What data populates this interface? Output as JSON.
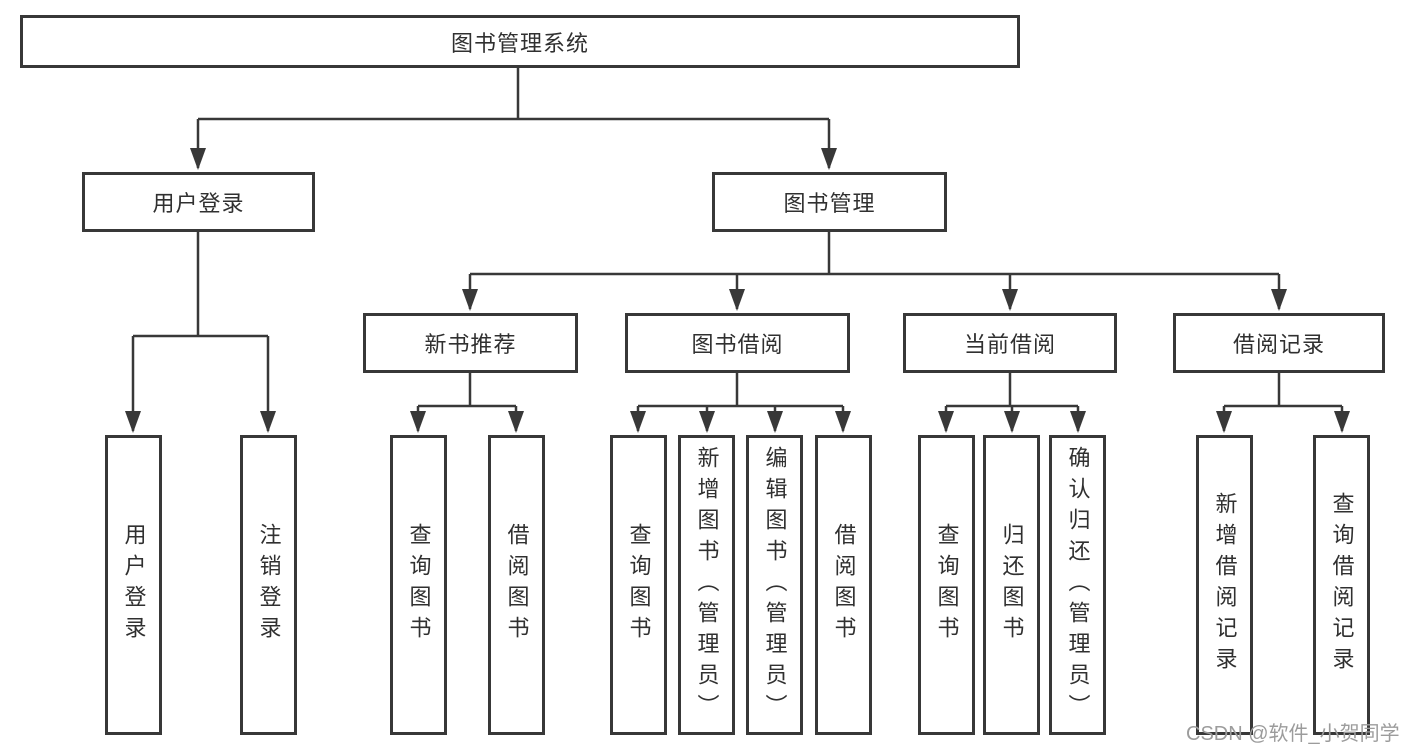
{
  "diagram_type": "tree",
  "tree": {
    "root": {
      "label": "图书管理系统",
      "children": [
        {
          "label": "用户登录",
          "children": [
            {
              "label": "用户登录"
            },
            {
              "label": "注销登录"
            }
          ]
        },
        {
          "label": "图书管理",
          "children": [
            {
              "label": "新书推荐",
              "children": [
                {
                  "label": "查询图书"
                },
                {
                  "label": "借阅图书"
                }
              ]
            },
            {
              "label": "图书借阅",
              "children": [
                {
                  "label": "查询图书"
                },
                {
                  "label": "新增图书（管理员）"
                },
                {
                  "label": "编辑图书（管理员）"
                },
                {
                  "label": "借阅图书"
                }
              ]
            },
            {
              "label": "当前借阅",
              "children": [
                {
                  "label": "查询图书"
                },
                {
                  "label": "归还图书"
                },
                {
                  "label": "确认归还（管理员）"
                }
              ]
            },
            {
              "label": "借阅记录",
              "children": [
                {
                  "label": "新增借阅记录"
                },
                {
                  "label": "查询借阅记录"
                }
              ]
            }
          ]
        }
      ]
    }
  },
  "watermark": {
    "text": "CSDN @软件_小贺同学"
  },
  "colors": {
    "line": "#383838",
    "box_border": "#383838",
    "text": "#303030",
    "background": "#ffffff",
    "watermark": "#9c9c9c"
  }
}
